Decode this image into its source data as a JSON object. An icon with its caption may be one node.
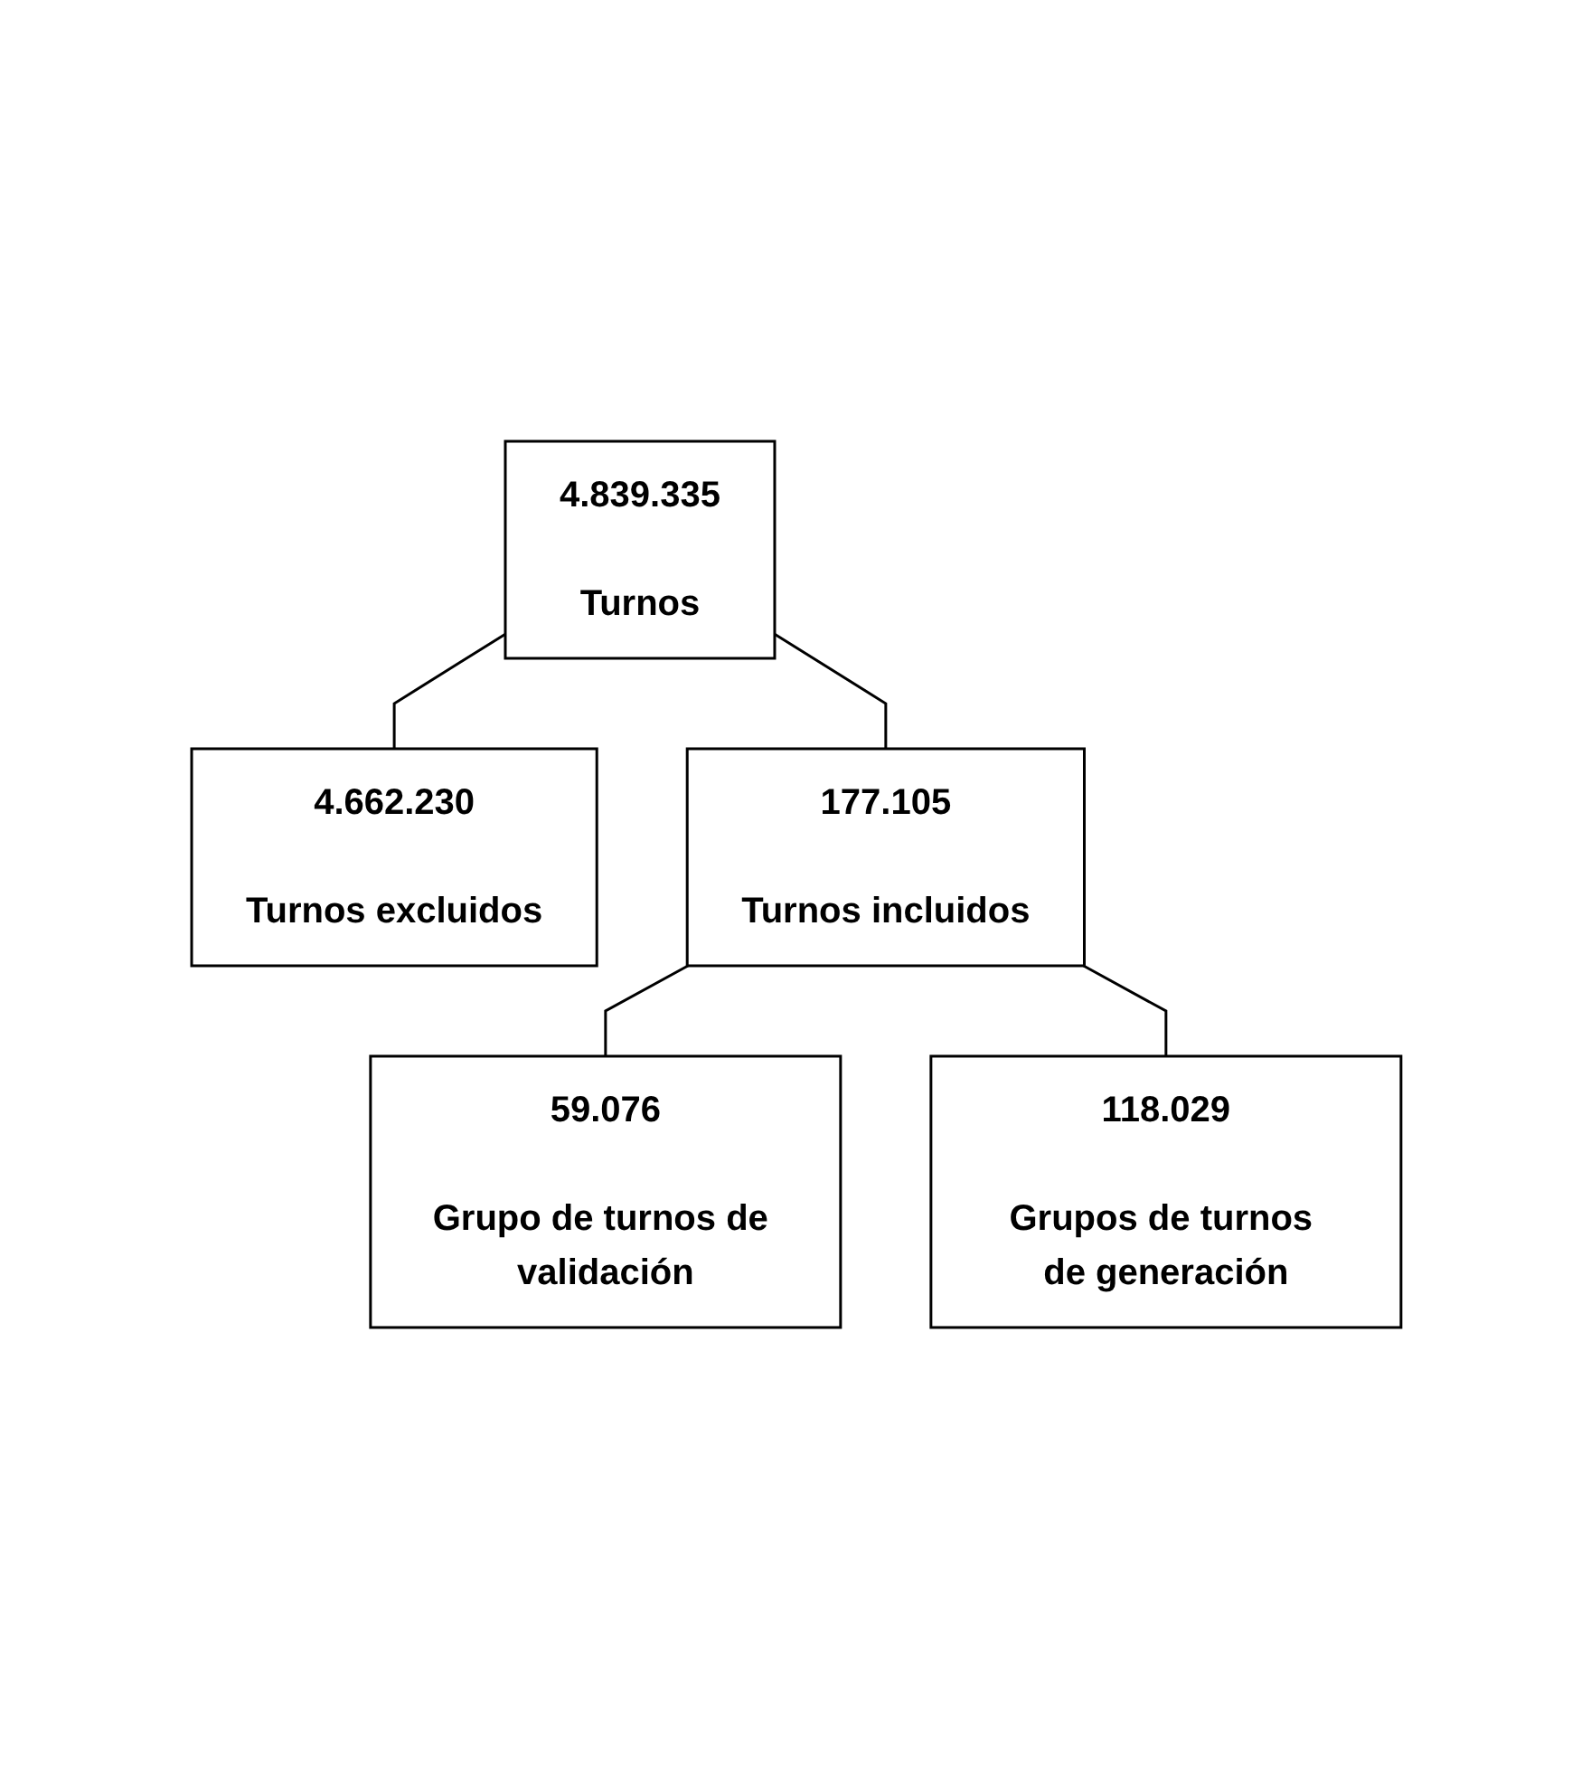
{
  "diagram": {
    "nodes": [
      {
        "text": [
          "4.839.335",
          "Turnos"
        ]
      },
      {
        "text": [
          "4.662.230",
          "Turnos excluidos"
        ]
      },
      {
        "text": [
          "177.105",
          "Turnos incluidos"
        ]
      },
      {
        "text": [
          "59.076",
          "Grupo de turnos de validación"
        ]
      },
      {
        "text": [
          "118.029",
          "Grupos de turnos de generación"
        ]
      }
    ],
    "edges": [
      {
        "from": 0,
        "to": 2,
        "arrow": "none"
      },
      {
        "from": 0,
        "to": 1,
        "arrow": "none"
      },
      {
        "from": 2,
        "to": 3,
        "arrow": "none"
      },
      {
        "from": 2,
        "to": 4,
        "arrow": "none"
      }
    ]
  }
}
